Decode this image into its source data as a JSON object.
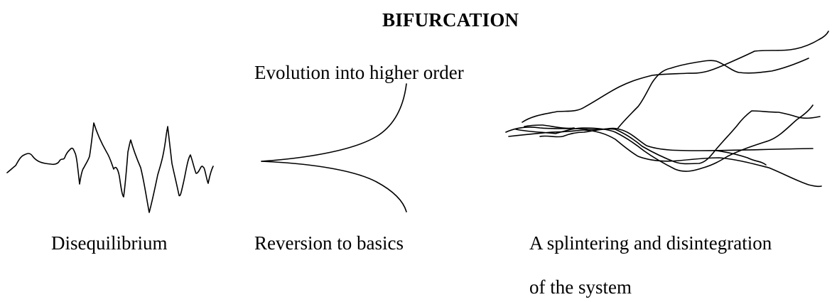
{
  "title": "BIFURCATION",
  "labels": {
    "upper_branch": "Evolution into higher order",
    "disequilibrium": "Disequilibrium",
    "lower_branch": "Reversion to basics",
    "splinter_line1": "A splintering and disintegration",
    "splinter_line2": "of the system"
  },
  "colors": {
    "stroke": "#000000",
    "background": "#ffffff"
  }
}
